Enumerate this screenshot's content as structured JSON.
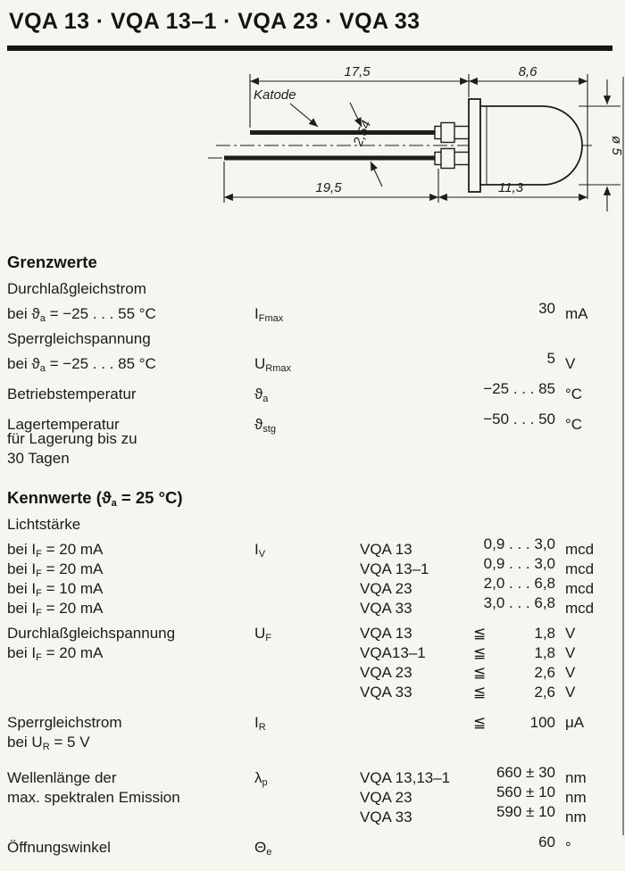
{
  "page": {
    "background": "#f7f5f0",
    "ink": "#1b1b1a"
  },
  "header": {
    "title": "VQA 13 · VQA 13–1 · VQA 23 · VQA 33"
  },
  "drawing": {
    "katode_label": "Katode",
    "dims": {
      "lead_top_length": "17,5",
      "body_length": "8,6",
      "lead_pitch": "2,54",
      "lead_bottom_length": "19,5",
      "body_total_length": "11,3",
      "diameter": "ø 5"
    }
  },
  "grenzwerte": {
    "heading": "Grenzwerte",
    "lines": [
      {
        "desc": [
          "Durchlaßgleichstrom"
        ]
      },
      {
        "desc": [
          "bei ",
          "ϑ",
          {
            "sub": "a"
          },
          " = −25 . . . 55 °C"
        ],
        "sym": [
          "I",
          {
            "sub": "Fmax"
          }
        ],
        "val": "30",
        "unit": "mA"
      },
      {
        "gap": true,
        "desc": [
          "Sperrgleichspannung"
        ]
      },
      {
        "desc": [
          "bei ",
          "ϑ",
          {
            "sub": "a"
          },
          " = −25 . . . 85 °C"
        ],
        "sym": [
          "U",
          {
            "sub": "Rmax"
          }
        ],
        "val": "5",
        "unit": "V"
      },
      {
        "gap": true,
        "desc": [
          "Betriebstemperatur"
        ],
        "sym": [
          "ϑ",
          {
            "sub": "a"
          }
        ],
        "val": "−25 . . . 85",
        "unit": "°C"
      },
      {
        "gap": true,
        "desc": [
          "Lagertemperatur"
        ],
        "sym": [
          "ϑ",
          {
            "sub": "stg"
          }
        ],
        "val": "−50 . . . 50",
        "unit": "°C"
      },
      {
        "desc": [
          "für Lagerung bis zu"
        ]
      },
      {
        "desc": [
          "30 Tagen"
        ]
      }
    ]
  },
  "kennwerte": {
    "heading": [
      "Kennwerte (",
      "ϑ",
      {
        "sub": "a"
      },
      " = 25 °C)"
    ],
    "lines": [
      {
        "desc": [
          "Lichtstärke"
        ]
      },
      {
        "desc": [
          "bei ",
          "I",
          {
            "sub": "F"
          },
          " = 20 mA"
        ],
        "sym": [
          "I",
          {
            "sub": "V"
          }
        ],
        "type": "VQA 13",
        "val": "0,9 . . . 3,0",
        "unit": "mcd"
      },
      {
        "desc": [
          "bei ",
          "I",
          {
            "sub": "F"
          },
          " = 20 mA"
        ],
        "type": "VQA 13–1",
        "val": "0,9 . . . 3,0",
        "unit": "mcd"
      },
      {
        "desc": [
          "bei ",
          "I",
          {
            "sub": "F"
          },
          " = 10 mA"
        ],
        "type": "VQA 23",
        "val": "2,0 . . . 6,8",
        "unit": "mcd"
      },
      {
        "desc": [
          "bei ",
          "I",
          {
            "sub": "F"
          },
          " = 20 mA"
        ],
        "type": "VQA 33",
        "val": "3,0 . . . 6,8",
        "unit": "mcd"
      },
      {
        "gap": true,
        "desc": [
          "Durchlaßgleichspannung"
        ],
        "sym": [
          "U",
          {
            "sub": "F"
          }
        ],
        "type": "VQA 13",
        "pre": "≦",
        "val": "1,8",
        "unit": "V"
      },
      {
        "desc": [
          "bei ",
          "I",
          {
            "sub": "F"
          },
          " = 20 mA"
        ],
        "type": "VQA13–1",
        "pre": "≦",
        "val": "1,8",
        "unit": "V"
      },
      {
        "type": "VQA 23",
        "pre": "≦",
        "val": "2,6",
        "unit": "V"
      },
      {
        "type": "VQA 33",
        "pre": "≦",
        "val": "2,6",
        "unit": "V"
      },
      {
        "gap": true,
        "desc": [
          "Sperrgleichstrom"
        ],
        "sym": [
          "I",
          {
            "sub": "R"
          }
        ],
        "pre": "≦",
        "val": "100",
        "unit": "μA"
      },
      {
        "desc": [
          "bei ",
          "U",
          {
            "sub": "R"
          },
          " = 5 V"
        ]
      },
      {
        "gap": true,
        "desc": [
          "Wellenlänge der"
        ],
        "sym": [
          "λ",
          {
            "sub": "p"
          }
        ],
        "type": "VQA 13,13–1",
        "val": "660 ± 30",
        "unit": "nm"
      },
      {
        "desc": [
          "max. spektralen Emission"
        ],
        "type": "VQA 23",
        "val": "560 ± 10",
        "unit": "nm"
      },
      {
        "type": "VQA 33",
        "val": "590 ± 10",
        "unit": "nm"
      },
      {
        "gap": true,
        "desc": [
          "Öffnungswinkel"
        ],
        "sym": [
          "Θ",
          {
            "sub": "e"
          }
        ],
        "val": "60",
        "unit": "°"
      }
    ]
  }
}
